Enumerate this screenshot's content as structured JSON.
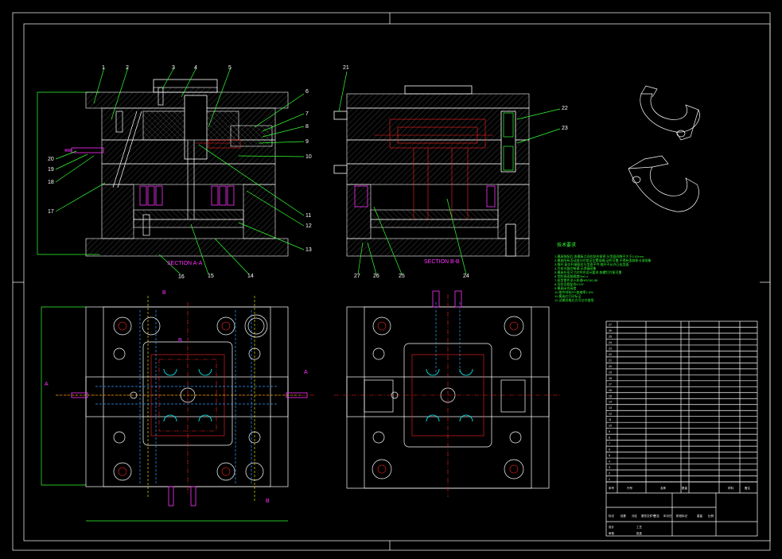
{
  "section_a": {
    "title": "SECTION A-A",
    "labels": [
      "1",
      "2",
      "3",
      "4",
      "5",
      "6",
      "7",
      "8",
      "9",
      "10",
      "11",
      "12",
      "13",
      "14",
      "15",
      "16",
      "17",
      "18",
      "19",
      "20"
    ]
  },
  "section_b": {
    "title": "SECTION B-B",
    "labels": [
      "21",
      "22",
      "23",
      "24",
      "25",
      "26",
      "27"
    ]
  },
  "plan_marks": {
    "b_top": "B",
    "b_mid": "B",
    "b_bottom": "B",
    "a_left": "A",
    "a_right": "A"
  },
  "notes": {
    "title": "技术要求",
    "lines": [
      "1.模具装配后,各模板之间应贴合紧密,分型面间隙不大于0.02mm",
      "2.模具所有活动部分应保证位置准确,动作可靠,不得有歪斜和卡滞现象",
      "3.推杆,复位杆端面应与型面平齐,推杆不允许凸出型面",
      "4.冷却水路应畅通,无渗漏现象",
      "5.模具外形尺寸应符合设计要求,各螺钉拧紧可靠",
      "6.型腔表面粗糙度Ra0.4",
      "7.成型零件淬火处理HRC50-55",
      "8.导柱导套配合H7/f7",
      "9.模具闭合高度",
      "10.塑件材料PP,收缩率1.5%",
      "11.模具应打印标记",
      "12.试模合格后方可交付使用"
    ]
  },
  "title_block": {
    "rows": [
      "27",
      "26",
      "25",
      "24",
      "23",
      "22",
      "21",
      "20",
      "19",
      "18",
      "17",
      "16",
      "15",
      "14",
      "13",
      "12",
      "11",
      "10",
      "9",
      "8",
      "7",
      "6",
      "5",
      "4",
      "3",
      "2",
      "1"
    ],
    "header": [
      "序号",
      "代号",
      "名称",
      "数量",
      "材料",
      "备注"
    ],
    "sign": [
      "标记",
      "处数",
      "分区",
      "更改文件号",
      "签名",
      "年月日"
    ],
    "roles": [
      "设计",
      "审核",
      "工艺",
      "批准"
    ],
    "extra": [
      "阶段标记",
      "重量",
      "比例"
    ]
  }
}
